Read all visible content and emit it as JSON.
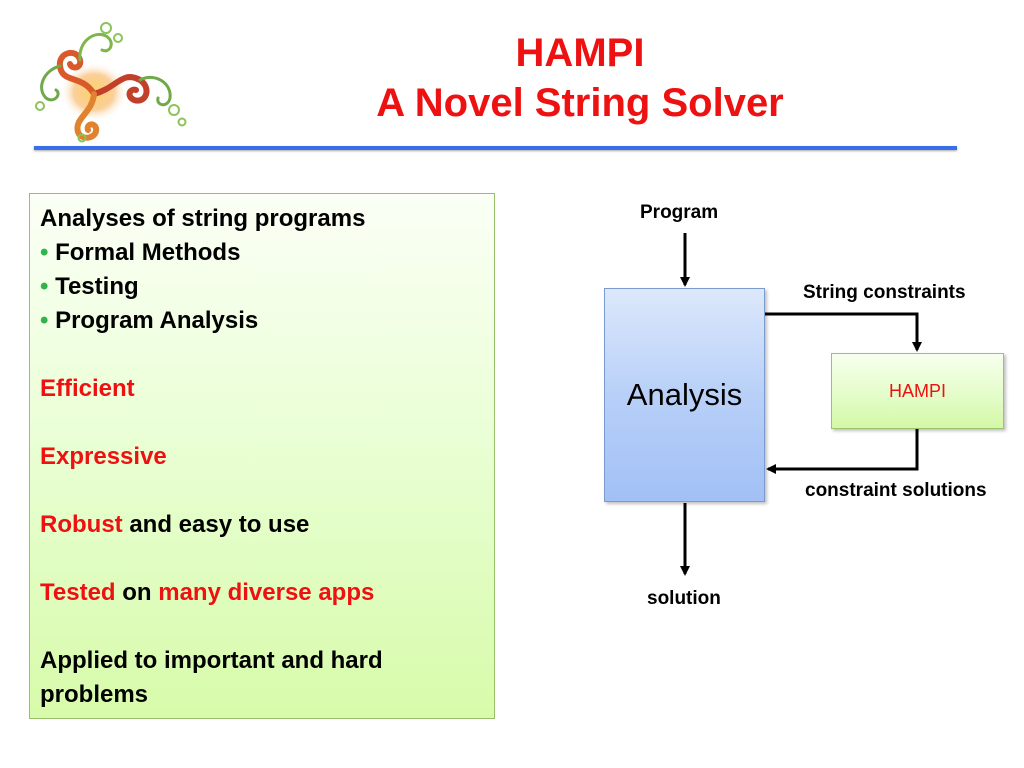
{
  "title": {
    "line1": "HAMPI",
    "line2": "A Novel String Solver"
  },
  "text_box": {
    "heading": "Analyses of string programs",
    "bullet_char": "•",
    "bullets": [
      "Formal Methods",
      "Testing",
      "Program Analysis"
    ],
    "efficient": "Efficient",
    "expressive": "Expressive",
    "robust": "Robust",
    "robust_rest": " and easy to use",
    "tested": "Tested",
    "tested_on": " on ",
    "many_apps": "many diverse apps",
    "applied_line1": "Applied to important and hard",
    "applied_line2": "problems"
  },
  "diagram": {
    "program": "Program",
    "analysis": "Analysis",
    "string_constraints": "String constraints",
    "hampi": "HAMPI",
    "constraint_solutions": "constraint solutions",
    "solution": "solution"
  },
  "colors": {
    "title": "#ee1111",
    "accent_rule": "#3a6ee8",
    "bullet": "#2fb34a",
    "highlight": "#ee1111"
  }
}
